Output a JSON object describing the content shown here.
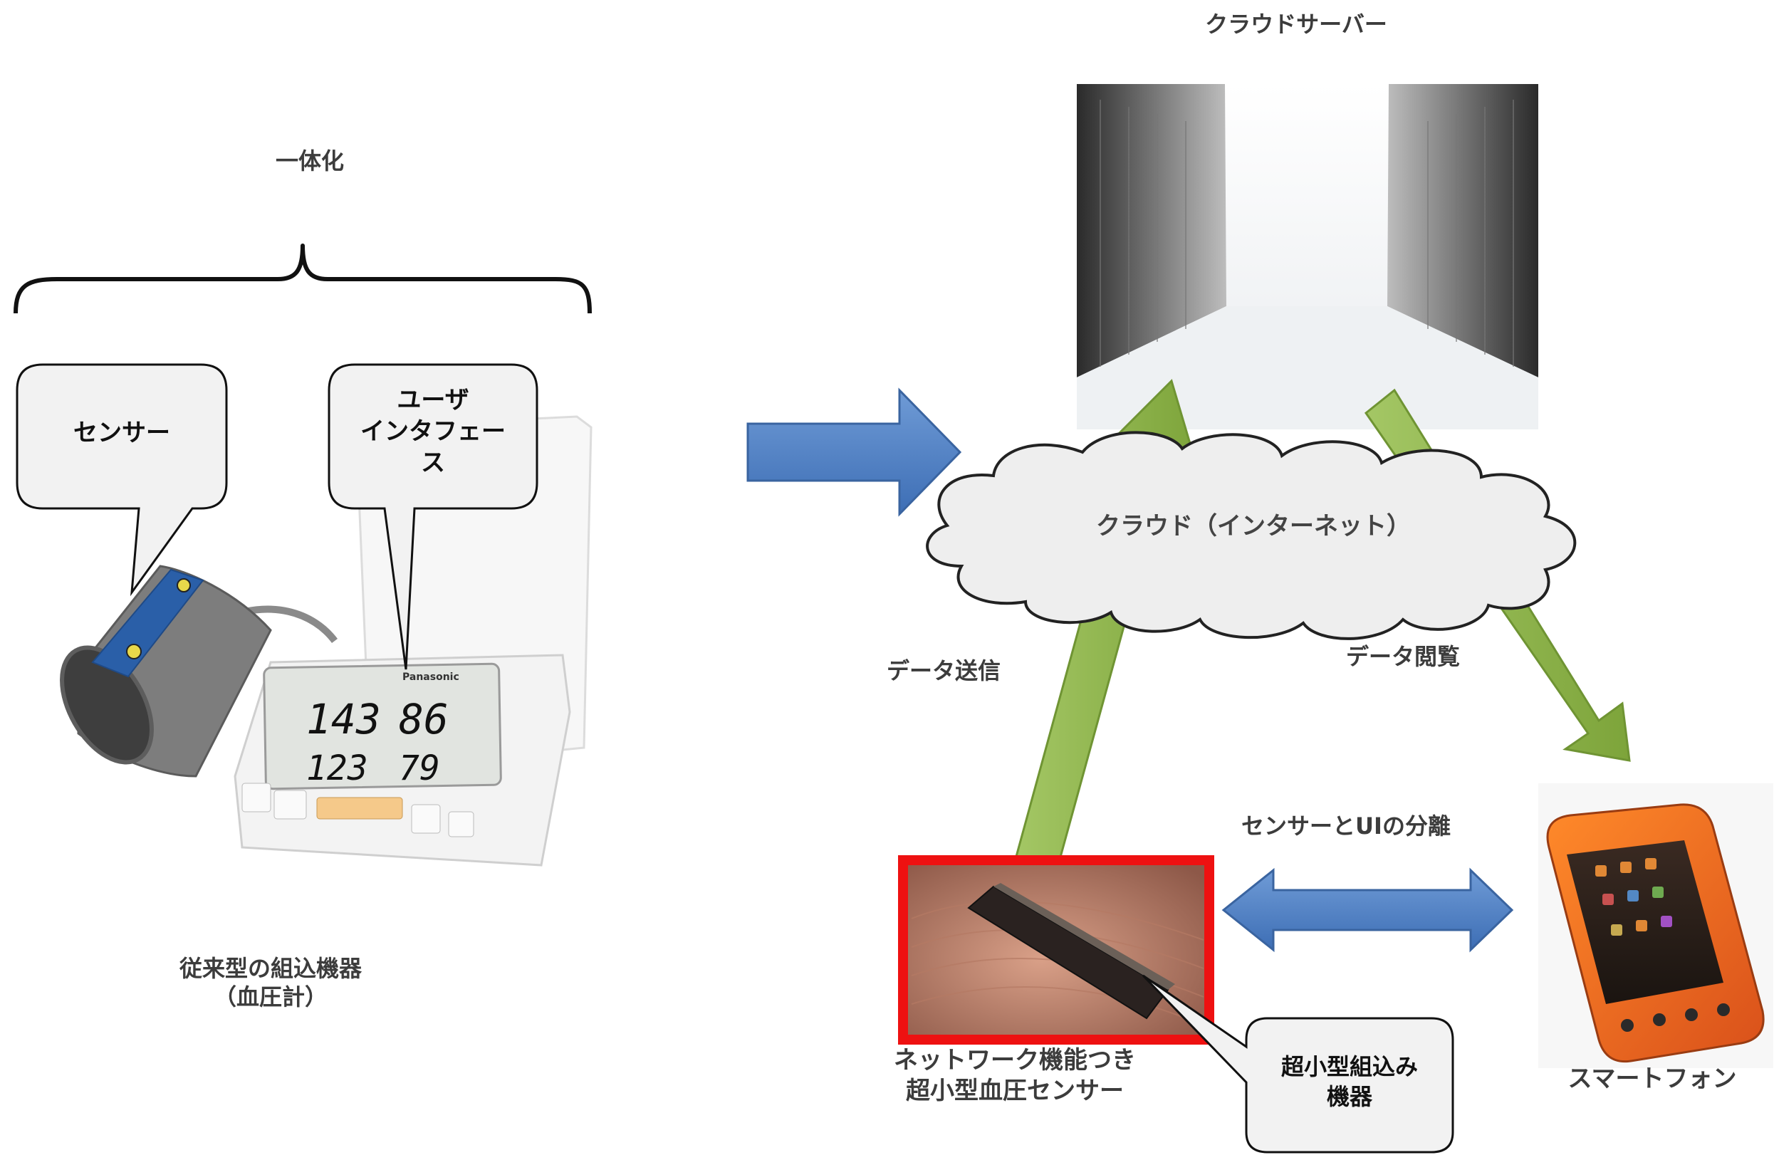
{
  "labels": {
    "integration": "一体化",
    "sensor_bubble": "センサー",
    "ui_bubble": "ユーザ\nインタフェー\nス",
    "legacy_device": "従来型の組込機器\n（血圧計）",
    "cloud_server": "クラウドサーバー",
    "cloud": "クラウド（インターネット）",
    "data_send": "データ送信",
    "data_view": "データ閲覧",
    "separation": "センサーとUIの分離",
    "network_sensor": "ネットワーク機能つき\n超小型血圧センサー",
    "micro_device_bubble": "超小型組込み\n機器",
    "smartphone": "スマートフォン"
  },
  "device_display": {
    "brand": "Panasonic",
    "systolic": "143",
    "diastolic": "86",
    "pulse": "123",
    "extra": "79"
  },
  "colors": {
    "blue_arrow": "#4f81bd",
    "green_arrow": "#8fb84a",
    "red_frame": "#ee1111",
    "cloud_fill": "#eeeeee",
    "bubble_fill": "#f2f2f2"
  }
}
